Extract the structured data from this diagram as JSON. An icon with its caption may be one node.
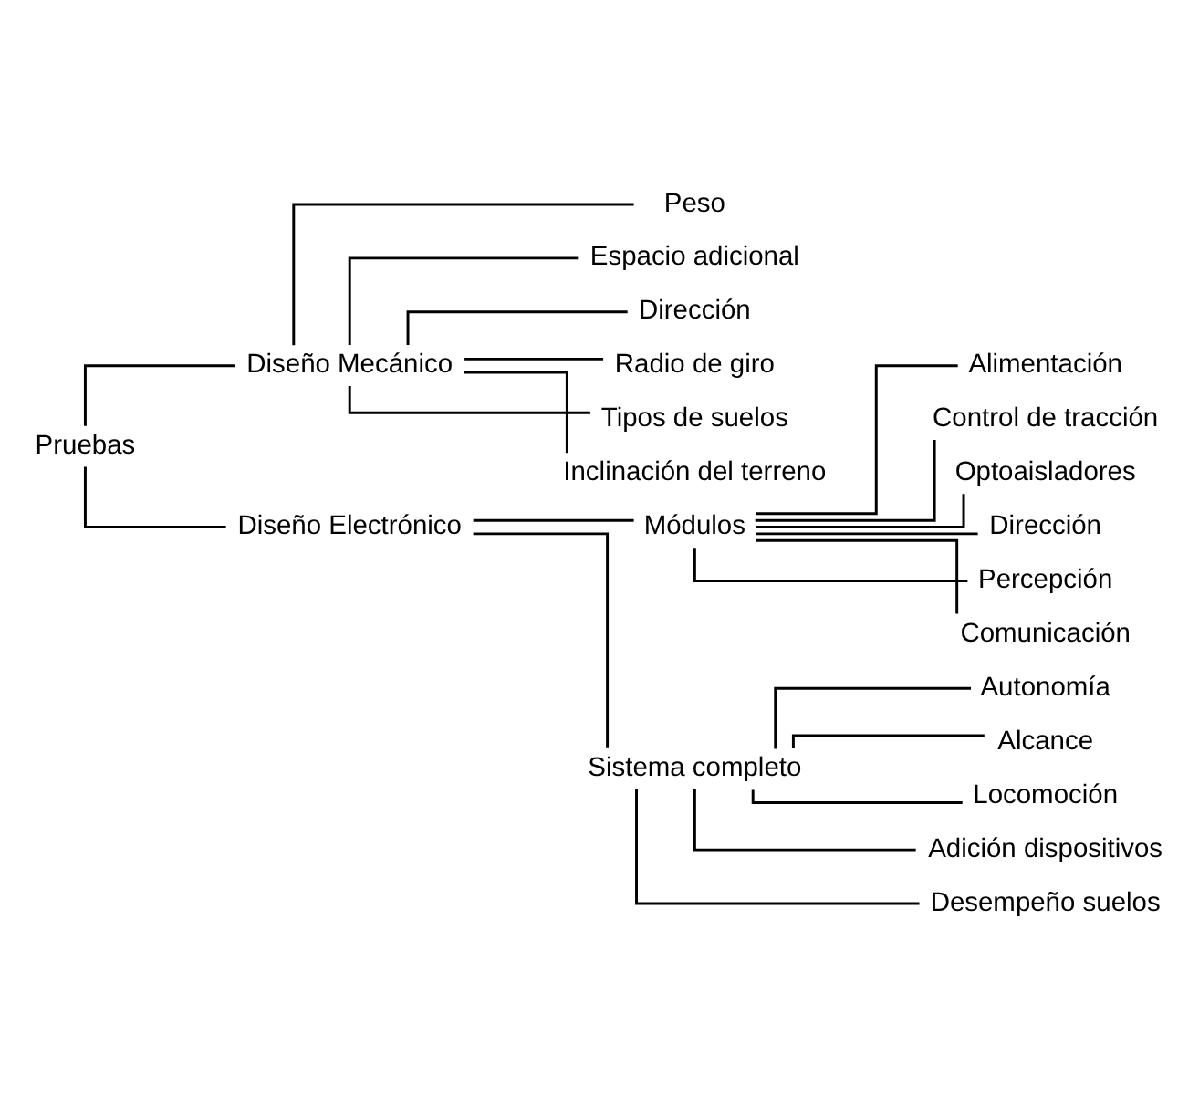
{
  "diagram": {
    "nodes": [
      {
        "text": [
          "Pruebas"
        ]
      },
      {
        "text": [
          "Diseño Mecánico"
        ]
      },
      {
        "text": [
          "Peso"
        ]
      },
      {
        "text": [
          "Espacio adicional"
        ]
      },
      {
        "text": [
          "Dirección"
        ]
      },
      {
        "text": [
          "Radio de giro"
        ]
      },
      {
        "text": [
          "Tipos de suelos"
        ]
      },
      {
        "text": [
          "Inclinación del terreno"
        ]
      },
      {
        "text": [
          "Diseño Electrónico"
        ]
      },
      {
        "text": [
          "Módulos"
        ]
      },
      {
        "text": [
          "Alimentación"
        ]
      },
      {
        "text": [
          "Control de tracción"
        ]
      },
      {
        "text": [
          "Optoaisladores"
        ]
      },
      {
        "text": [
          "Dirección"
        ]
      },
      {
        "text": [
          "Percepción"
        ]
      },
      {
        "text": [
          "Comunicación"
        ]
      },
      {
        "text": [
          "Sistema completo"
        ]
      },
      {
        "text": [
          "Autonomía"
        ]
      },
      {
        "text": [
          "Alcance"
        ]
      },
      {
        "text": [
          "Locomoción"
        ]
      },
      {
        "text": [
          "Adición dispositivos"
        ]
      },
      {
        "text": [
          "Desempeño suelos"
        ]
      }
    ],
    "edges": [
      {
        "from": 0,
        "to": 1,
        "arrow": "none"
      },
      {
        "from": 0,
        "to": 8,
        "arrow": "none"
      },
      {
        "from": 1,
        "to": 2,
        "arrow": "none"
      },
      {
        "from": 1,
        "to": 3,
        "arrow": "none"
      },
      {
        "from": 1,
        "to": 4,
        "arrow": "none"
      },
      {
        "from": 1,
        "to": 5,
        "arrow": "none"
      },
      {
        "from": 1,
        "to": 6,
        "arrow": "none"
      },
      {
        "from": 1,
        "to": 7,
        "arrow": "none"
      },
      {
        "from": 8,
        "to": 9,
        "arrow": "none"
      },
      {
        "from": 8,
        "to": 16,
        "arrow": "none"
      },
      {
        "from": 9,
        "to": 10,
        "arrow": "none"
      },
      {
        "from": 9,
        "to": 11,
        "arrow": "none"
      },
      {
        "from": 9,
        "to": 12,
        "arrow": "none"
      },
      {
        "from": 9,
        "to": 13,
        "arrow": "none"
      },
      {
        "from": 9,
        "to": 14,
        "arrow": "none"
      },
      {
        "from": 9,
        "to": 15,
        "arrow": "none"
      },
      {
        "from": 16,
        "to": 17,
        "arrow": "none"
      },
      {
        "from": 16,
        "to": 18,
        "arrow": "none"
      },
      {
        "from": 16,
        "to": 19,
        "arrow": "none"
      },
      {
        "from": 16,
        "to": 20,
        "arrow": "none"
      },
      {
        "from": 16,
        "to": 21,
        "arrow": "none"
      }
    ]
  }
}
